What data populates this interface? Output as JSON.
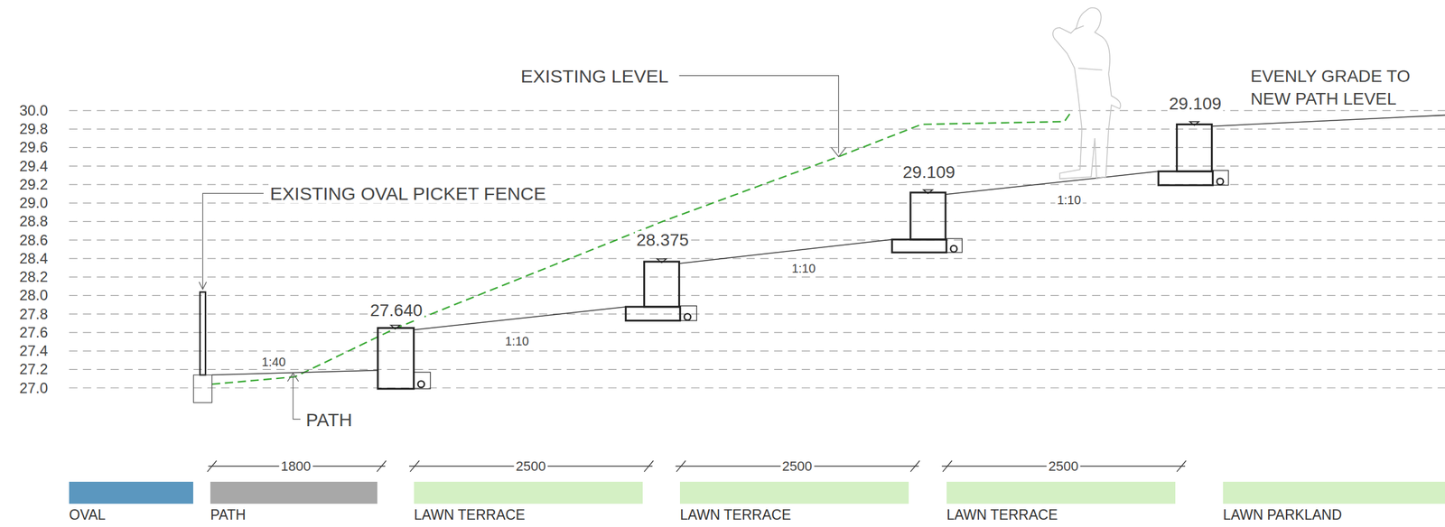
{
  "diagram": {
    "labels": [
      "30.0",
      "29.8",
      "29.6",
      "29.4",
      "29.2",
      "29.0",
      "28.8",
      "28.6",
      "28.4",
      "28.2",
      "28.0",
      "27.8",
      "27.6",
      "27.4",
      "27.2",
      "27.0",
      "EXISTING LEVEL",
      "EXISTING OVAL PICKET FENCE",
      "PATH",
      "EVENLY GRADE TO NEW PATH LEVEL",
      "27.640",
      "28.375",
      "29.109",
      "29.109",
      "1:40",
      "1:10",
      "1:10",
      "1:10",
      "1800",
      "2500",
      "2500",
      "2500"
    ],
    "legend": [
      {
        "text": "OVAL",
        "color": "#5b97bf"
      },
      {
        "text": "PATH",
        "color": "#a8a8a8"
      },
      {
        "text": "LAWN TERRACE",
        "color": "#d4f0c4"
      },
      {
        "text": "LAWN TERRACE",
        "color": "#d4f0c4"
      },
      {
        "text": "LAWN TERRACE",
        "color": "#d4f0c4"
      },
      {
        "text": "LAWN PARKLAND",
        "color": "#d4f0c4"
      }
    ]
  }
}
